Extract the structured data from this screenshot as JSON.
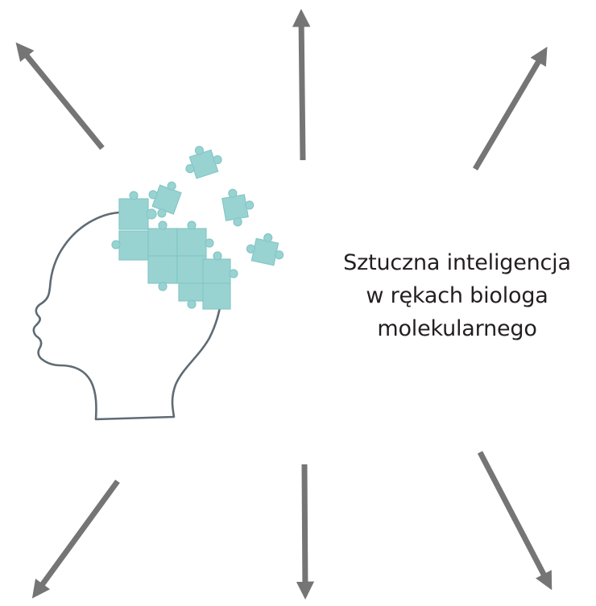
{
  "caption": {
    "lines": [
      "Sztuczna inteligencja",
      "w rękach biologa",
      "molekularnego"
    ]
  },
  "colors": {
    "arrow": "#757575",
    "head_outline": "#5f6b73",
    "puzzle": "#98d3d2",
    "puzzle_stroke": "#7fc2c1",
    "text": "#231f20"
  },
  "icons": {
    "head": "head-silhouette-icon",
    "puzzle": "puzzle-piece-icon",
    "arrow": "arrow-icon"
  }
}
